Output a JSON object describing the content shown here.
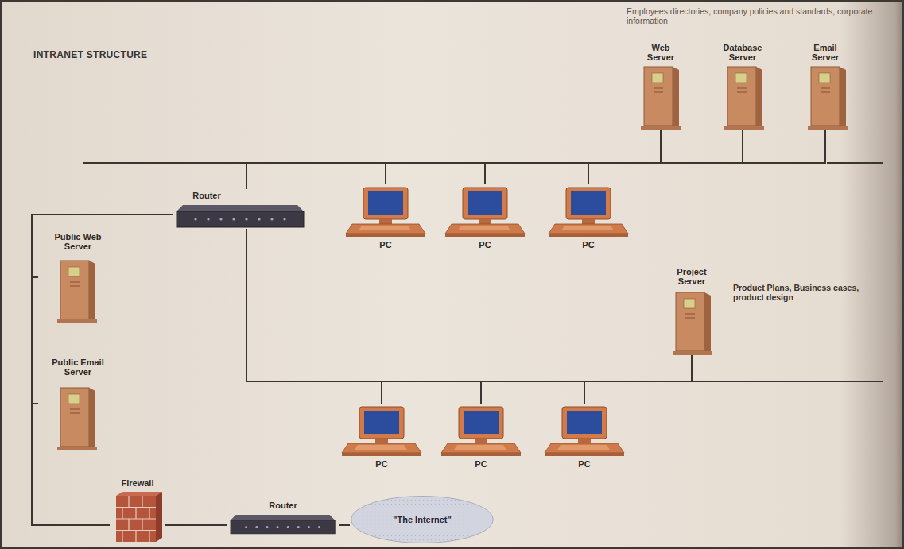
{
  "diagram": {
    "title": "INTRANET STRUCTURE",
    "nodes": [
      {
        "text": [
          "Web Server"
        ]
      },
      {
        "text": [
          "Database Server"
        ]
      },
      {
        "text": [
          "Email Server"
        ]
      },
      {
        "text": [
          "Router"
        ]
      },
      {
        "text": [
          "PC"
        ]
      },
      {
        "text": [
          "PC"
        ]
      },
      {
        "text": [
          "PC"
        ]
      },
      {
        "text": [
          "Public Web Server"
        ]
      },
      {
        "text": [
          "Project Server"
        ]
      },
      {
        "text": [
          "Public Email Server"
        ]
      },
      {
        "text": [
          "PC"
        ]
      },
      {
        "text": [
          "PC"
        ]
      },
      {
        "text": [
          "PC"
        ]
      },
      {
        "text": [
          "Firewall"
        ]
      },
      {
        "text": [
          "Router"
        ]
      },
      {
        "text": [
          "\"The Internet\""
        ]
      }
    ],
    "edges": [
      {
        "from": 3,
        "to": 0,
        "arrow": "none"
      },
      {
        "from": 3,
        "to": 1,
        "arrow": "none"
      },
      {
        "from": 3,
        "to": 2,
        "arrow": "none"
      },
      {
        "from": 3,
        "to": 4,
        "arrow": "none"
      },
      {
        "from": 3,
        "to": 5,
        "arrow": "none"
      },
      {
        "from": 3,
        "to": 6,
        "arrow": "none"
      },
      {
        "from": 3,
        "to": 8,
        "arrow": "none"
      },
      {
        "from": 3,
        "to": 10,
        "arrow": "none"
      },
      {
        "from": 3,
        "to": 11,
        "arrow": "none"
      },
      {
        "from": 3,
        "to": 12,
        "arrow": "none"
      },
      {
        "from": 3,
        "to": 7,
        "arrow": "none"
      },
      {
        "from": 3,
        "to": 9,
        "arrow": "none"
      },
      {
        "from": 3,
        "to": 13,
        "arrow": "none"
      },
      {
        "from": 13,
        "to": 14,
        "arrow": "none"
      },
      {
        "from": 14,
        "to": 15,
        "arrow": "none"
      }
    ],
    "labels": [
      "Employees directories, company policies and standards, corporate information",
      "Product Plans, Business cases, product design"
    ]
  }
}
